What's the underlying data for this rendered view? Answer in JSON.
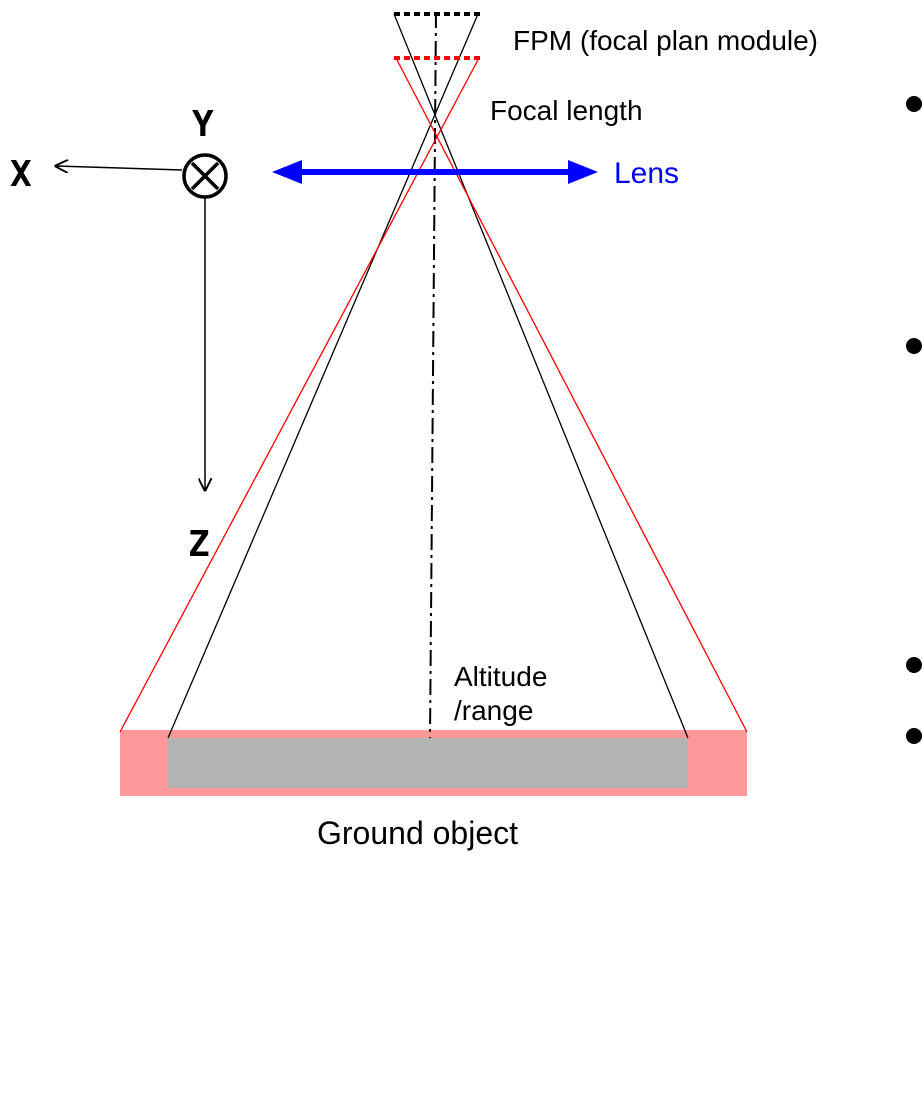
{
  "labels": {
    "fpm": "FPM (focal plan module)",
    "focal_length": "Focal length",
    "lens": "Lens",
    "altitude_line1": "Altitude",
    "altitude_line2": "/range",
    "ground_object": "Ground object"
  },
  "axes": {
    "x": "X",
    "y": "Y",
    "z": "Z"
  },
  "colors": {
    "lens_arrow": "#0000ff",
    "red_rays": "#ff0000",
    "black_rays": "#000000",
    "ground_pink": "#ff9999",
    "ground_gray": "#b3b3b3"
  },
  "icons": {
    "y_axis_symbol": "circle-cross-icon"
  }
}
